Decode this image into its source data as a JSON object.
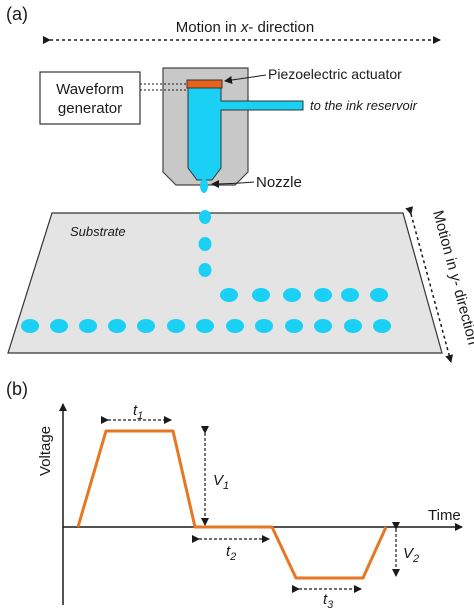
{
  "panel_a": {
    "label": "(a)",
    "motion_x": {
      "prefix": "Motion in ",
      "axis": "x",
      "suffix": "- direction"
    },
    "waveform_generator": {
      "line1": "Waveform",
      "line2": "generator"
    },
    "piezo_label": "Piezoelectric actuator",
    "reservoir_label": "to the ink reservoir",
    "nozzle_label": "Nozzle",
    "substrate_label": "Substrate",
    "motion_y": {
      "prefix": "Motion in ",
      "axis": "y",
      "suffix": "- direction"
    }
  },
  "panel_b": {
    "label": "(b)",
    "y_axis_label": "Voltage",
    "x_axis_label": "Time",
    "t1": {
      "base": "t",
      "sub": "1"
    },
    "t2": {
      "base": "t",
      "sub": "2"
    },
    "t3": {
      "base": "t",
      "sub": "3"
    },
    "v1": {
      "base": "V",
      "sub": "1"
    },
    "v2": {
      "base": "V",
      "sub": "2"
    }
  },
  "colors": {
    "ink": "#1ad1f5",
    "piezo": "#e8621c",
    "waveform": "#e87722",
    "housing": "#c8c8c8",
    "substrate": "#e4e4e4"
  }
}
